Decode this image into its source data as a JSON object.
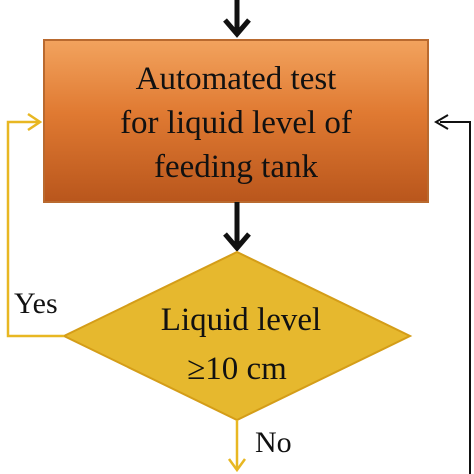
{
  "nodes": {
    "test_box": {
      "lines": [
        "Automated test",
        "for liquid level of",
        "feeding tank"
      ]
    },
    "decision": {
      "lines": [
        "Liquid level",
        "≥10 cm"
      ]
    }
  },
  "edges": {
    "yes_label": "Yes",
    "no_label": "No"
  },
  "colors": {
    "box_fill_top": "#f2a35e",
    "box_fill_mid": "#e07a32",
    "box_fill_bottom": "#b9561c",
    "box_border": "#b96a2f",
    "diamond_fill": "#e6b82e",
    "diamond_border": "#d49d18",
    "yes_line": "#e8b722",
    "main_arrow": "#111111"
  }
}
